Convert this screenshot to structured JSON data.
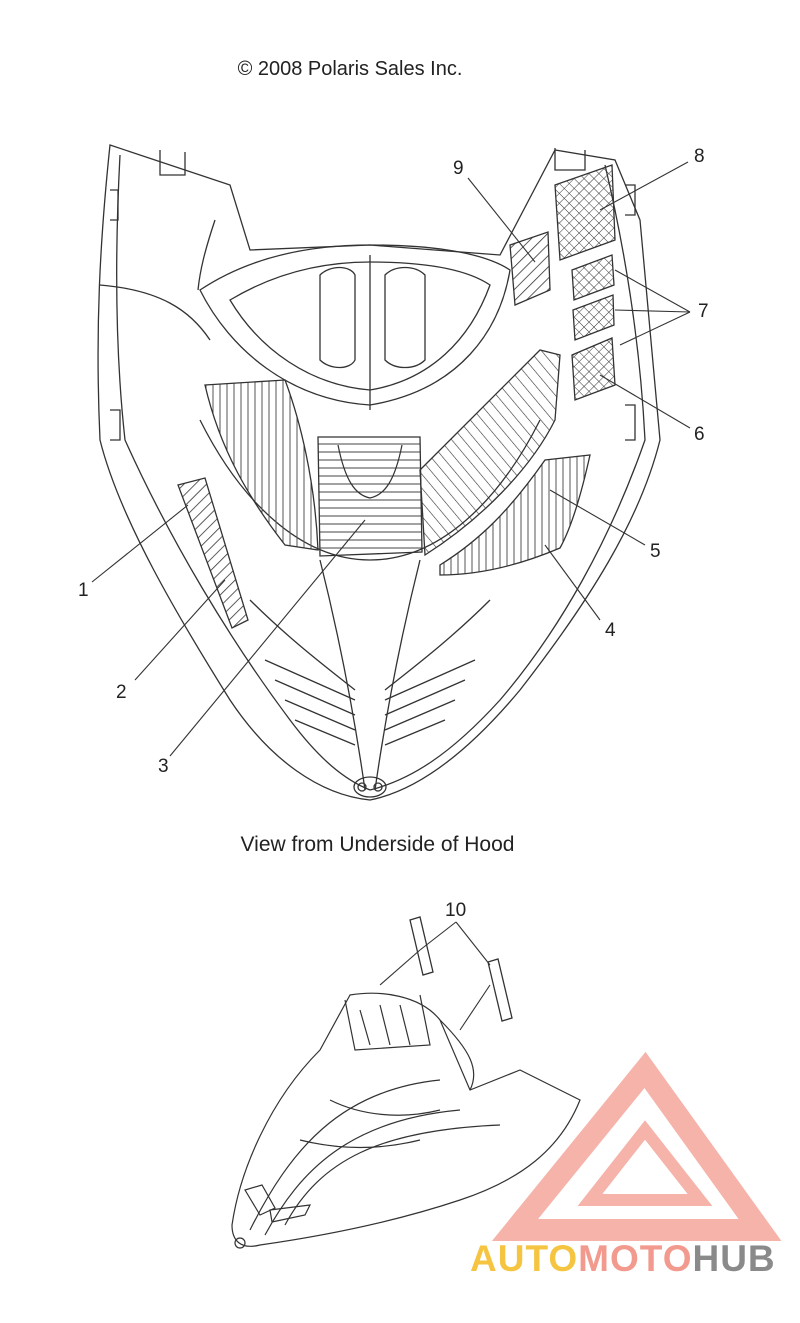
{
  "copyright": "© 2008 Polaris Sales Inc.",
  "caption": "View from Underside of Hood",
  "callouts": [
    "1",
    "2",
    "3",
    "4",
    "5",
    "6",
    "7",
    "8",
    "9",
    "10"
  ],
  "watermark": {
    "part1": "AUTO",
    "part2": "MOTO",
    "part3": "HUB"
  },
  "colors": {
    "line": "#333333",
    "logo_red": "#f29a8e",
    "logo_yellow": "#f5c542",
    "logo_gray": "#8a8a8a"
  }
}
